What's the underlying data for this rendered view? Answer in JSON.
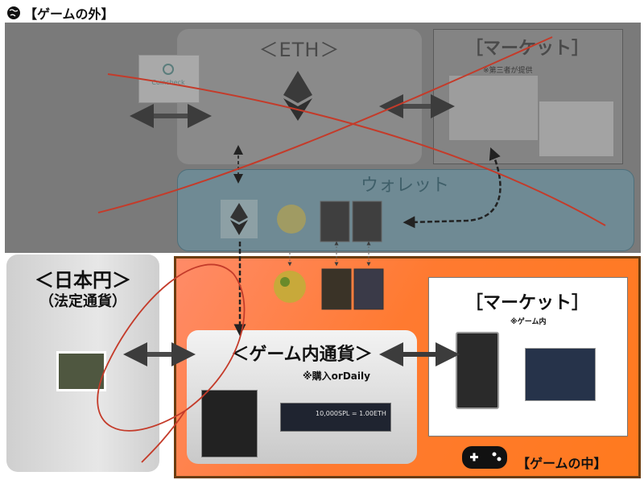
{
  "labels": {
    "outside": "【ゲームの外】",
    "eth": "＜ETH＞",
    "market_outside": "［マーケット］",
    "market_outside_note": "※第三者が提供",
    "wallet": "ウォレット",
    "coincheck": "Coincheck",
    "yen": "＜日本円＞",
    "yen_sub": "（法定通貨）",
    "currency": "＜ゲーム内通貨＞",
    "currency_note": "※購入orDaily",
    "market_inside": "［マーケット］",
    "market_inside_note": "※ゲーム内",
    "inside": "【ゲームの中】",
    "spl_rate": "10,000SPL = 1.00ETH"
  },
  "colors": {
    "outside_band": "#7a7a7a",
    "wallet": "#6f8a94",
    "ingame": "#ff7a30",
    "frame": "#6b3d10",
    "cross": "#c43b2a",
    "arrow": "#3c3c3c"
  },
  "icons": [
    "globe-icon",
    "ethereum-icon",
    "gamepad-icon"
  ]
}
